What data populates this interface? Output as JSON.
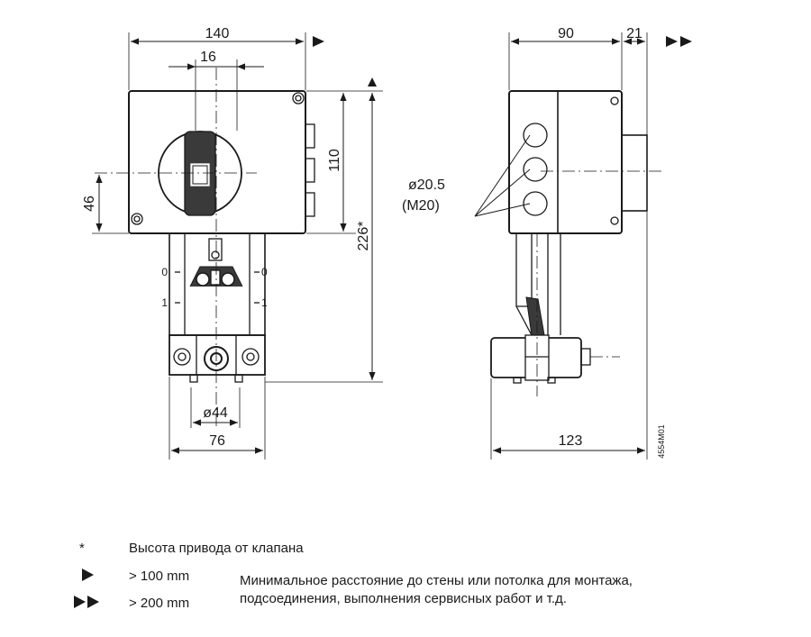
{
  "front_view": {
    "width_overall": "140",
    "shaft_width": "16",
    "height_box": "110",
    "height_total": "226*",
    "offset_height": "46",
    "clamp_diameter": "ø44",
    "bracket_width": "76",
    "scale_zero": "0",
    "scale_one": "1"
  },
  "side_view": {
    "depth": "90",
    "depth_extra": "21",
    "cable_entry_diameter": "ø20.5",
    "cable_entry_thread": "(M20)",
    "base_length": "123",
    "drawing_code": "4554M01"
  },
  "legend": {
    "asterisk_symbol": "*",
    "asterisk_text": "Высота привода от клапана",
    "single_arrow_text": "> 100 mm",
    "double_arrow_text": "> 200 mm",
    "note_line1": "Минимальное расстояние до стены или потолка для монтажа,",
    "note_line2": "подсоединения, выполнения сервисных работ и т.д."
  }
}
